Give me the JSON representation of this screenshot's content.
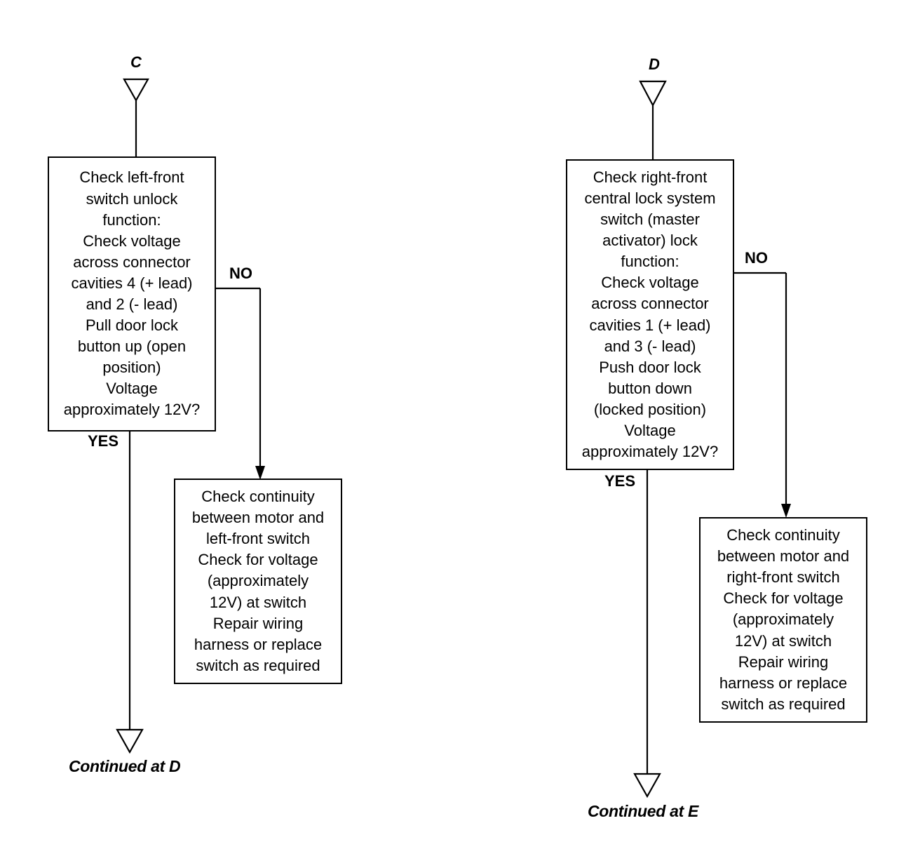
{
  "left": {
    "connector_top": "C",
    "decision_lines": [
      "Check left-front",
      "switch unlock",
      "function:",
      "Check voltage",
      "across connector",
      "cavities 4 (+ lead)",
      "and 2 (- lead)",
      "Pull door lock",
      "button up (open",
      "position)",
      "Voltage",
      "approximately 12V?"
    ],
    "no_label": "NO",
    "yes_label": "YES",
    "action_lines": [
      "Check continuity",
      "between motor and",
      "left-front switch",
      "Check for voltage",
      "(approximately",
      "12V) at switch",
      "Repair wiring",
      "harness or replace",
      "switch as required"
    ],
    "continued": "Continued at D"
  },
  "right": {
    "connector_top": "D",
    "decision_lines": [
      "Check right-front",
      "central lock system",
      "switch (master",
      "activator) lock",
      "function:",
      "Check voltage",
      "across connector",
      "cavities 1 (+ lead)",
      "and 3 (- lead)",
      "Push door lock",
      "button down",
      "(locked position)",
      "Voltage",
      "approximately 12V?"
    ],
    "no_label": "NO",
    "yes_label": "YES",
    "action_lines": [
      "Check continuity",
      "between motor and",
      "right-front switch",
      "Check for voltage",
      "(approximately",
      "12V) at switch",
      "Repair wiring",
      "harness or replace",
      "switch as required"
    ],
    "continued": "Continued at E"
  }
}
